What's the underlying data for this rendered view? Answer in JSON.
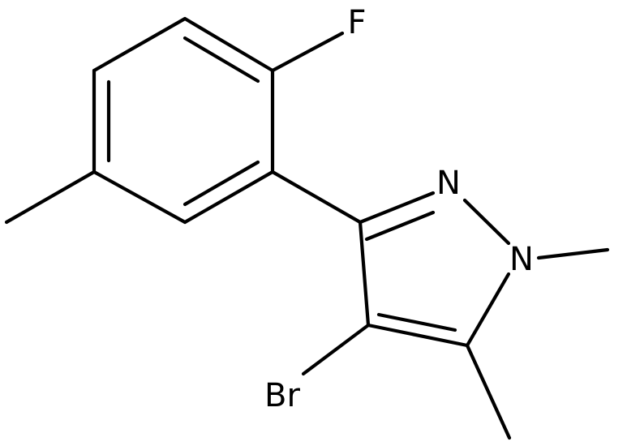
{
  "atoms": {
    "fluorine": "F",
    "nitrogen_2": "N",
    "nitrogen_1": "N",
    "bromine": "Br"
  },
  "colors": {
    "bond": "#000000",
    "background": "#ffffff"
  }
}
